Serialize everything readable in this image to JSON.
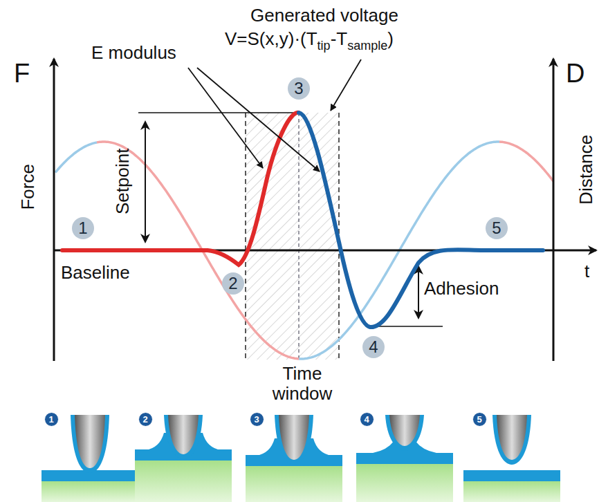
{
  "diagram": {
    "nodes": [
      {
        "text": [
          "1"
        ]
      },
      {
        "text": [
          "2"
        ]
      },
      {
        "text": [
          "3"
        ]
      },
      {
        "text": [
          "4"
        ]
      },
      {
        "text": [
          "5"
        ]
      },
      {
        "text": [
          "1"
        ]
      },
      {
        "text": [
          "2"
        ]
      },
      {
        "text": [
          "3"
        ]
      },
      {
        "text": [
          "4"
        ]
      },
      {
        "text": [
          "5"
        ]
      }
    ],
    "labels": [
      "E modulus",
      "Generated voltage",
      "V=S(x,y)·(T",
      "tip",
      "-T",
      "sample",
      ")",
      "F",
      "Force",
      "Setpoint",
      "Baseline",
      "Adhesion",
      "D",
      "Distance",
      "t",
      "Time window"
    ]
  }
}
